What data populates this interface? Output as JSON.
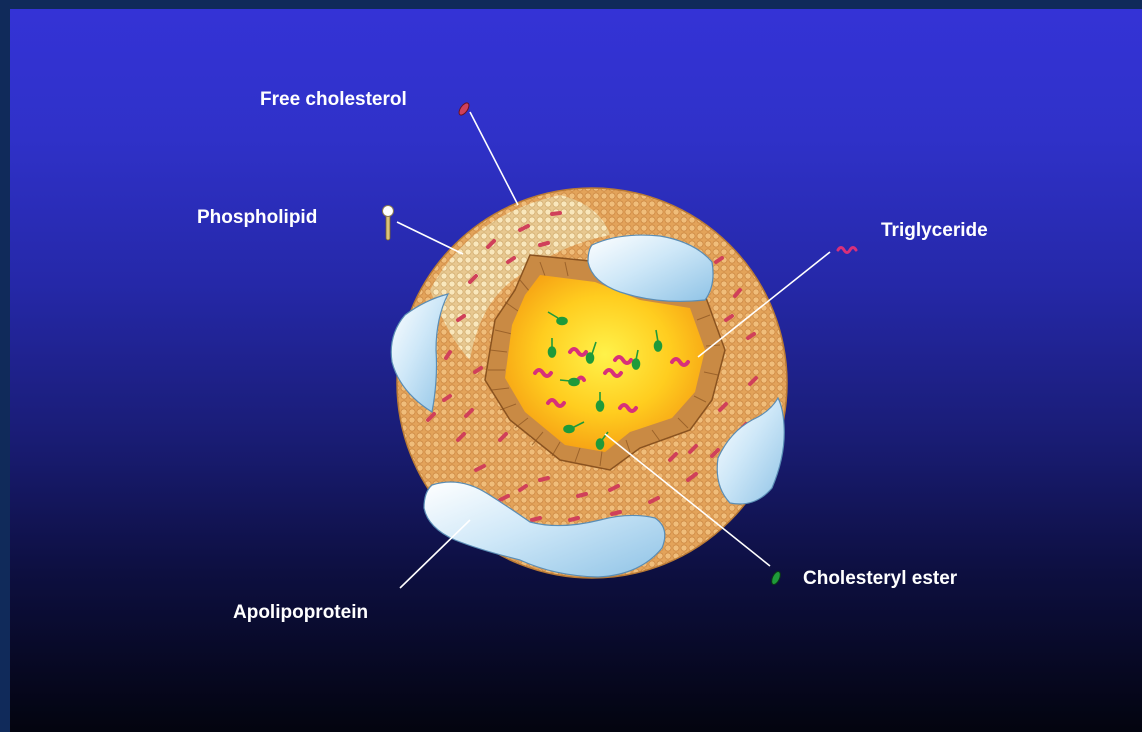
{
  "labels": {
    "free_cholesterol": "Free cholesterol",
    "phospholipid": "Phospholipid",
    "triglyceride": "Triglyceride",
    "cholesteryl_ester": "Cholesteryl ester",
    "apolipoprotein": "Apolipoprotein"
  },
  "colors": {
    "background_top": "#3433d6",
    "background_bottom": "#03040f",
    "shell": "#e8a95e",
    "core": "#ffc21a",
    "apolipoprotein": "#bfe0f5",
    "triglyceride": "#d8307a",
    "cholesteryl_ester": "#1f9a3a",
    "free_cholesterol": "#d0405a",
    "label_text": "#ffffff"
  },
  "icons": [
    "free-cholesterol-icon",
    "phospholipid-icon",
    "triglyceride-icon",
    "cholesteryl-ester-icon"
  ]
}
